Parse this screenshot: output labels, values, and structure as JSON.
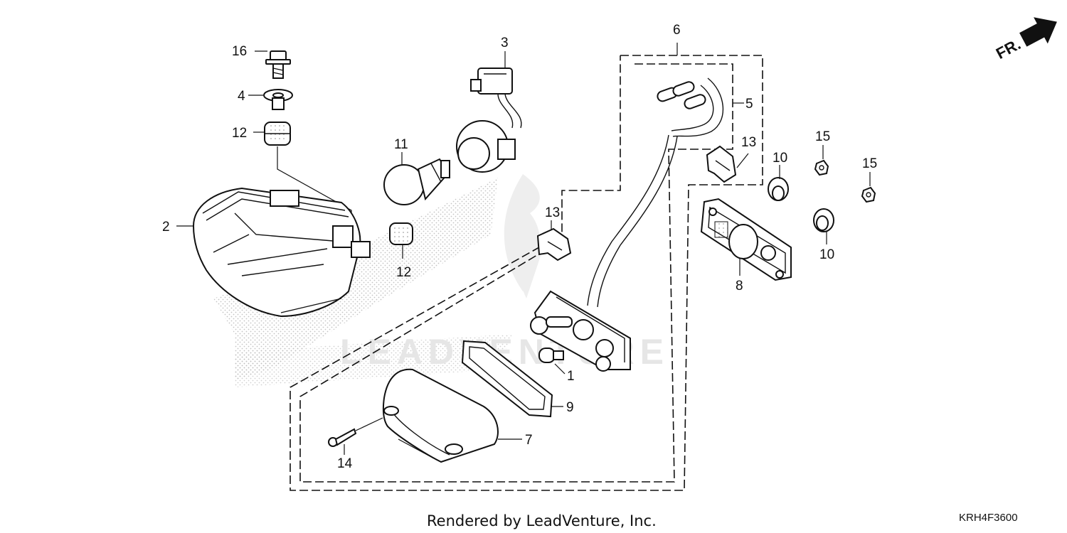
{
  "diagram": {
    "watermark": "LEADVENTURE",
    "direction_label": "FR.",
    "footer": "Rendered by LeadVenture, Inc.",
    "diagram_code": "KRH4F3600",
    "callouts": {
      "c1": "1",
      "c2": "2",
      "c3": "3",
      "c4": "4",
      "c5": "5",
      "c6": "6",
      "c7": "7",
      "c8": "8",
      "c9": "9",
      "c10a": "10",
      "c10b": "10",
      "c11": "11",
      "c12a": "12",
      "c12b": "12",
      "c13a": "13",
      "c13b": "13",
      "c14": "14",
      "c15a": "15",
      "c15b": "15",
      "c16": "16"
    }
  },
  "icons": {
    "direction_arrow": "arrow-up-right-icon"
  },
  "colors": {
    "line": "#111111",
    "watermark": "#e6e6e6",
    "stipple": "#c8c8c8"
  }
}
